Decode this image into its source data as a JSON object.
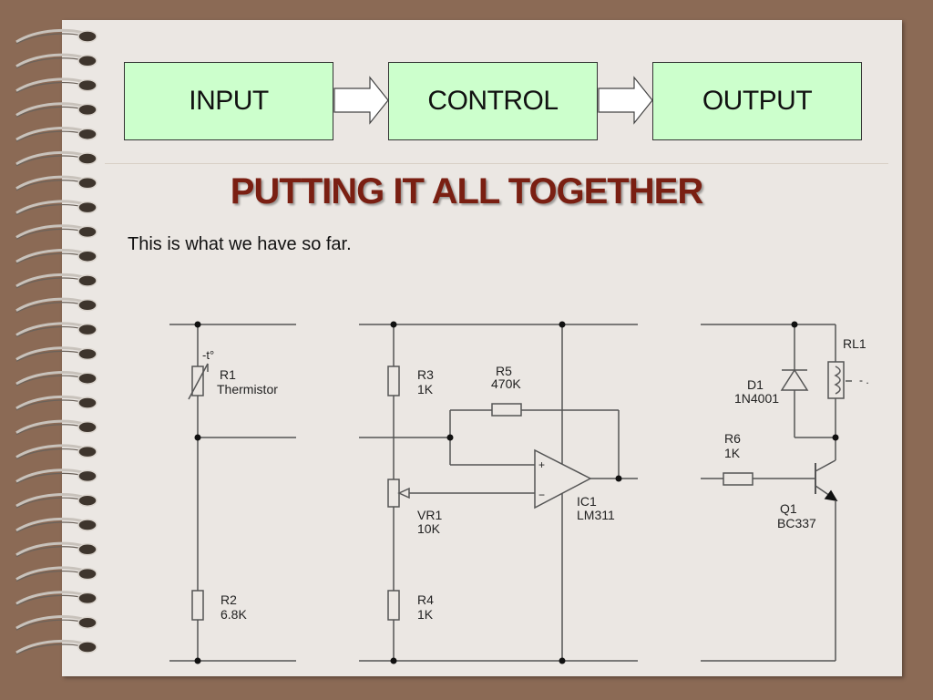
{
  "flow": {
    "input": "INPUT",
    "control": "CONTROL",
    "output": "OUTPUT"
  },
  "title": "PUTTING IT ALL TOGETHER",
  "subtitle": "This is what we have so far.",
  "circuit": {
    "thermistor_temp": "-t°",
    "r1_name": "R1",
    "r1_value": "Thermistor",
    "r2_name": "R2",
    "r2_value": "6.8K",
    "r3_name": "R3",
    "r3_value": "1K",
    "r5_name": "R5",
    "r5_value": "470K",
    "vr1_name": "VR1",
    "vr1_value": "10K",
    "r4_name": "R4",
    "r4_value": "1K",
    "ic1_name": "IC1",
    "ic1_value": "LM311",
    "opamp_plus": "+",
    "opamp_minus": "−",
    "rl1_name": "RL1",
    "rl1_trail": "- .",
    "d1_name": "D1",
    "d1_value": "1N4001",
    "r6_name": "R6",
    "r6_value": "1K",
    "q1_name": "Q1",
    "q1_value": "BC337"
  },
  "colors": {
    "box_fill": "#ccffcc",
    "title": "#7a1f12",
    "paper": "#ebe7e3",
    "frame": "#8b6a55"
  }
}
